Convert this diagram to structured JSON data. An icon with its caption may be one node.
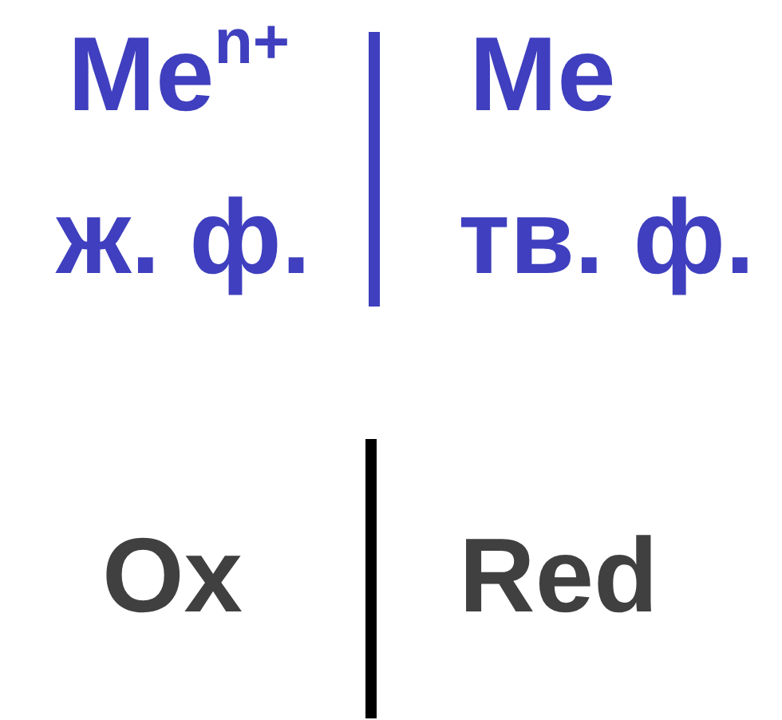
{
  "diagram": {
    "labels": [
      "Me$^{n+}$",
      "Me",
      "ж. ф.",
      "тв. ф.",
      "Ox",
      "Red"
    ]
  }
}
